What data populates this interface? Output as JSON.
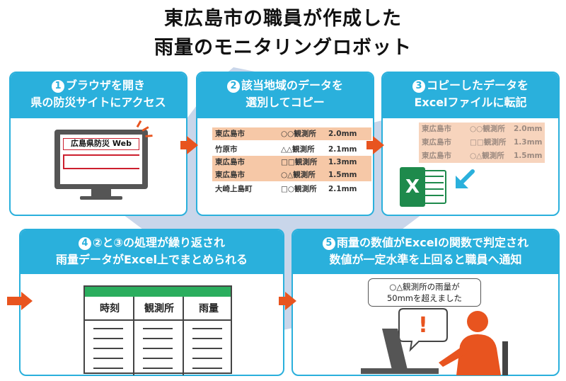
{
  "title": {
    "line1": "東広島市の職員が作成した",
    "line2": "雨量のモニタリングロボット"
  },
  "steps": [
    {
      "num": "1",
      "lines": [
        "ブラウザを開き",
        "県の防災サイトにアクセス"
      ]
    },
    {
      "num": "2",
      "lines": [
        "該当地域のデータを",
        "選別してコピー"
      ]
    },
    {
      "num": "3",
      "lines": [
        "コピーしたデータを",
        "Excelファイルに転記"
      ]
    },
    {
      "num": "4",
      "lines": [
        "②と③の処理が繰り返され",
        "雨量データがExcel上でまとめられる"
      ]
    },
    {
      "num": "5",
      "lines": [
        "雨量の数値がExcelの関数で判定され",
        "数値が一定水準を上回ると職員へ通知"
      ]
    }
  ],
  "browser": {
    "site_label": "広島県防災 Web"
  },
  "data_rows": [
    {
      "city": "東広島市",
      "station": "○○観測所",
      "amount": "2.0mm",
      "highlight": true
    },
    {
      "city": "竹原市",
      "station": "△△観測所",
      "amount": "2.1mm",
      "highlight": false
    },
    {
      "city": "東広島市",
      "station": "□□観測所",
      "amount": "1.3mm",
      "highlight": true
    },
    {
      "city": "東広島市",
      "station": "○△観測所",
      "amount": "1.5mm",
      "highlight": true
    },
    {
      "city": "大崎上島町",
      "station": "□○観測所",
      "amount": "2.1mm",
      "highlight": false
    }
  ],
  "copied_rows": [
    {
      "city": "東広島市",
      "station": "○○観測所",
      "amount": "2.0mm"
    },
    {
      "city": "東広島市",
      "station": "□□観測所",
      "amount": "1.3mm"
    },
    {
      "city": "東広島市",
      "station": "○△観測所",
      "amount": "1.5mm"
    }
  ],
  "excel_icon": {
    "letter": "X"
  },
  "table": {
    "headers": [
      "時刻",
      "観測所",
      "雨量"
    ]
  },
  "notification": {
    "lines": [
      "○△観測所の雨量が",
      "50mmを超えました"
    ],
    "mark": "!"
  },
  "colors": {
    "panel_blue": "#2ab0dc",
    "arrow_orange": "#e8541f",
    "highlight_peach": "#f6c8a7",
    "excel_green": "#1e8a4c",
    "person_orange": "#e8541f"
  }
}
